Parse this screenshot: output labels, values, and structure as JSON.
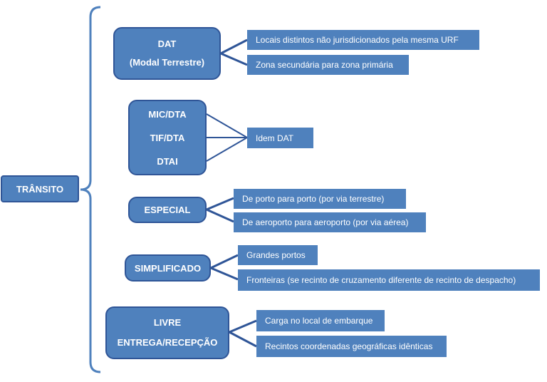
{
  "root": {
    "label": "TRÂNSITO"
  },
  "groups": [
    {
      "lines": [
        "DAT",
        "(Modal Terrestre)"
      ],
      "items": [
        "Locais distintos não jurisdicionados pela mesma URF",
        "Zona secundária para zona primária"
      ]
    },
    {
      "lines": [
        "MIC/DTA",
        "TIF/DTA",
        "DTAI"
      ],
      "items": [
        "Idem DAT"
      ]
    },
    {
      "lines": [
        "ESPECIAL"
      ],
      "items": [
        "De porto para porto (por via terrestre)",
        "De aeroporto para aeroporto (por via aérea)"
      ]
    },
    {
      "lines": [
        "SIMPLIFICADO"
      ],
      "items": [
        "Grandes portos",
        "Fronteiras (se recinto de cruzamento diferente de recinto de despacho)"
      ]
    },
    {
      "lines": [
        "LIVRE",
        "ENTREGA/RECEPÇÃO"
      ],
      "items": [
        "Carga no local de embarque",
        "Recintos coordenadas geográficas idênticas"
      ]
    }
  ],
  "colors": {
    "box_fill": "#4f81bd",
    "box_border": "#2f5597",
    "bracket": "#4f81bd",
    "text": "#ffffff"
  }
}
